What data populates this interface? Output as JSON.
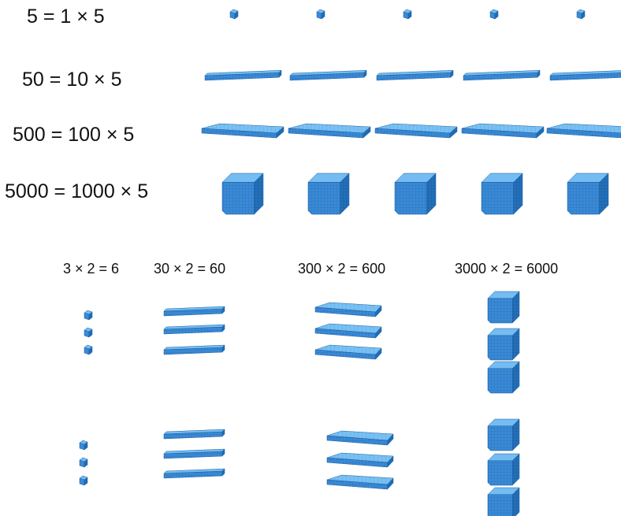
{
  "top_section": {
    "rows": [
      {
        "equation": "5 = 1 × 5",
        "block": "unit",
        "copies": 5
      },
      {
        "equation": "50 = 10 × 5",
        "block": "rod",
        "copies": 5
      },
      {
        "equation": "500 = 100 × 5",
        "block": "flat",
        "copies": 5
      },
      {
        "equation": "5000 = 1000 × 5",
        "block": "cube",
        "copies": 5
      }
    ]
  },
  "bottom_section": {
    "columns": [
      {
        "equation": "3 × 2 = 6",
        "block": "unit",
        "groups": 2,
        "per_group": 3
      },
      {
        "equation": "30 × 2 = 60",
        "block": "rod",
        "groups": 2,
        "per_group": 3
      },
      {
        "equation": "300 × 2 = 600",
        "block": "flat",
        "groups": 2,
        "per_group": 3
      },
      {
        "equation": "3000 × 2 = 6000",
        "block": "cube",
        "groups": 2,
        "per_group": 3
      }
    ]
  },
  "colors": {
    "block_front": "#3a8ad6",
    "block_top": "#74bcf2",
    "block_side": "#1f6cb5",
    "grid_line": "#1c5f9e",
    "text": "#111111"
  }
}
